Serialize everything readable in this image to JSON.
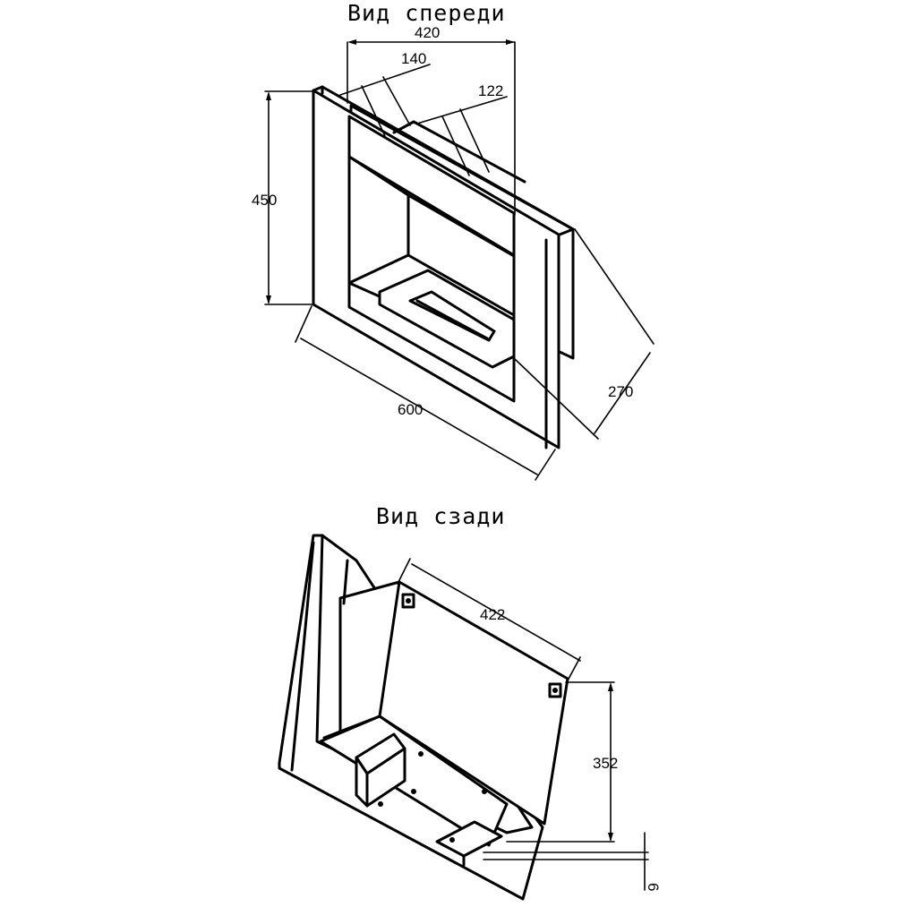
{
  "front_view": {
    "title": "Вид спереди",
    "dims": {
      "width_top": "420",
      "depth_a": "140",
      "depth_b": "122",
      "height": "450",
      "width": "600",
      "depth": "270"
    }
  },
  "back_view": {
    "title": "Вид сзади",
    "dims": {
      "width": "422",
      "height": "352",
      "offset": "6"
    }
  }
}
